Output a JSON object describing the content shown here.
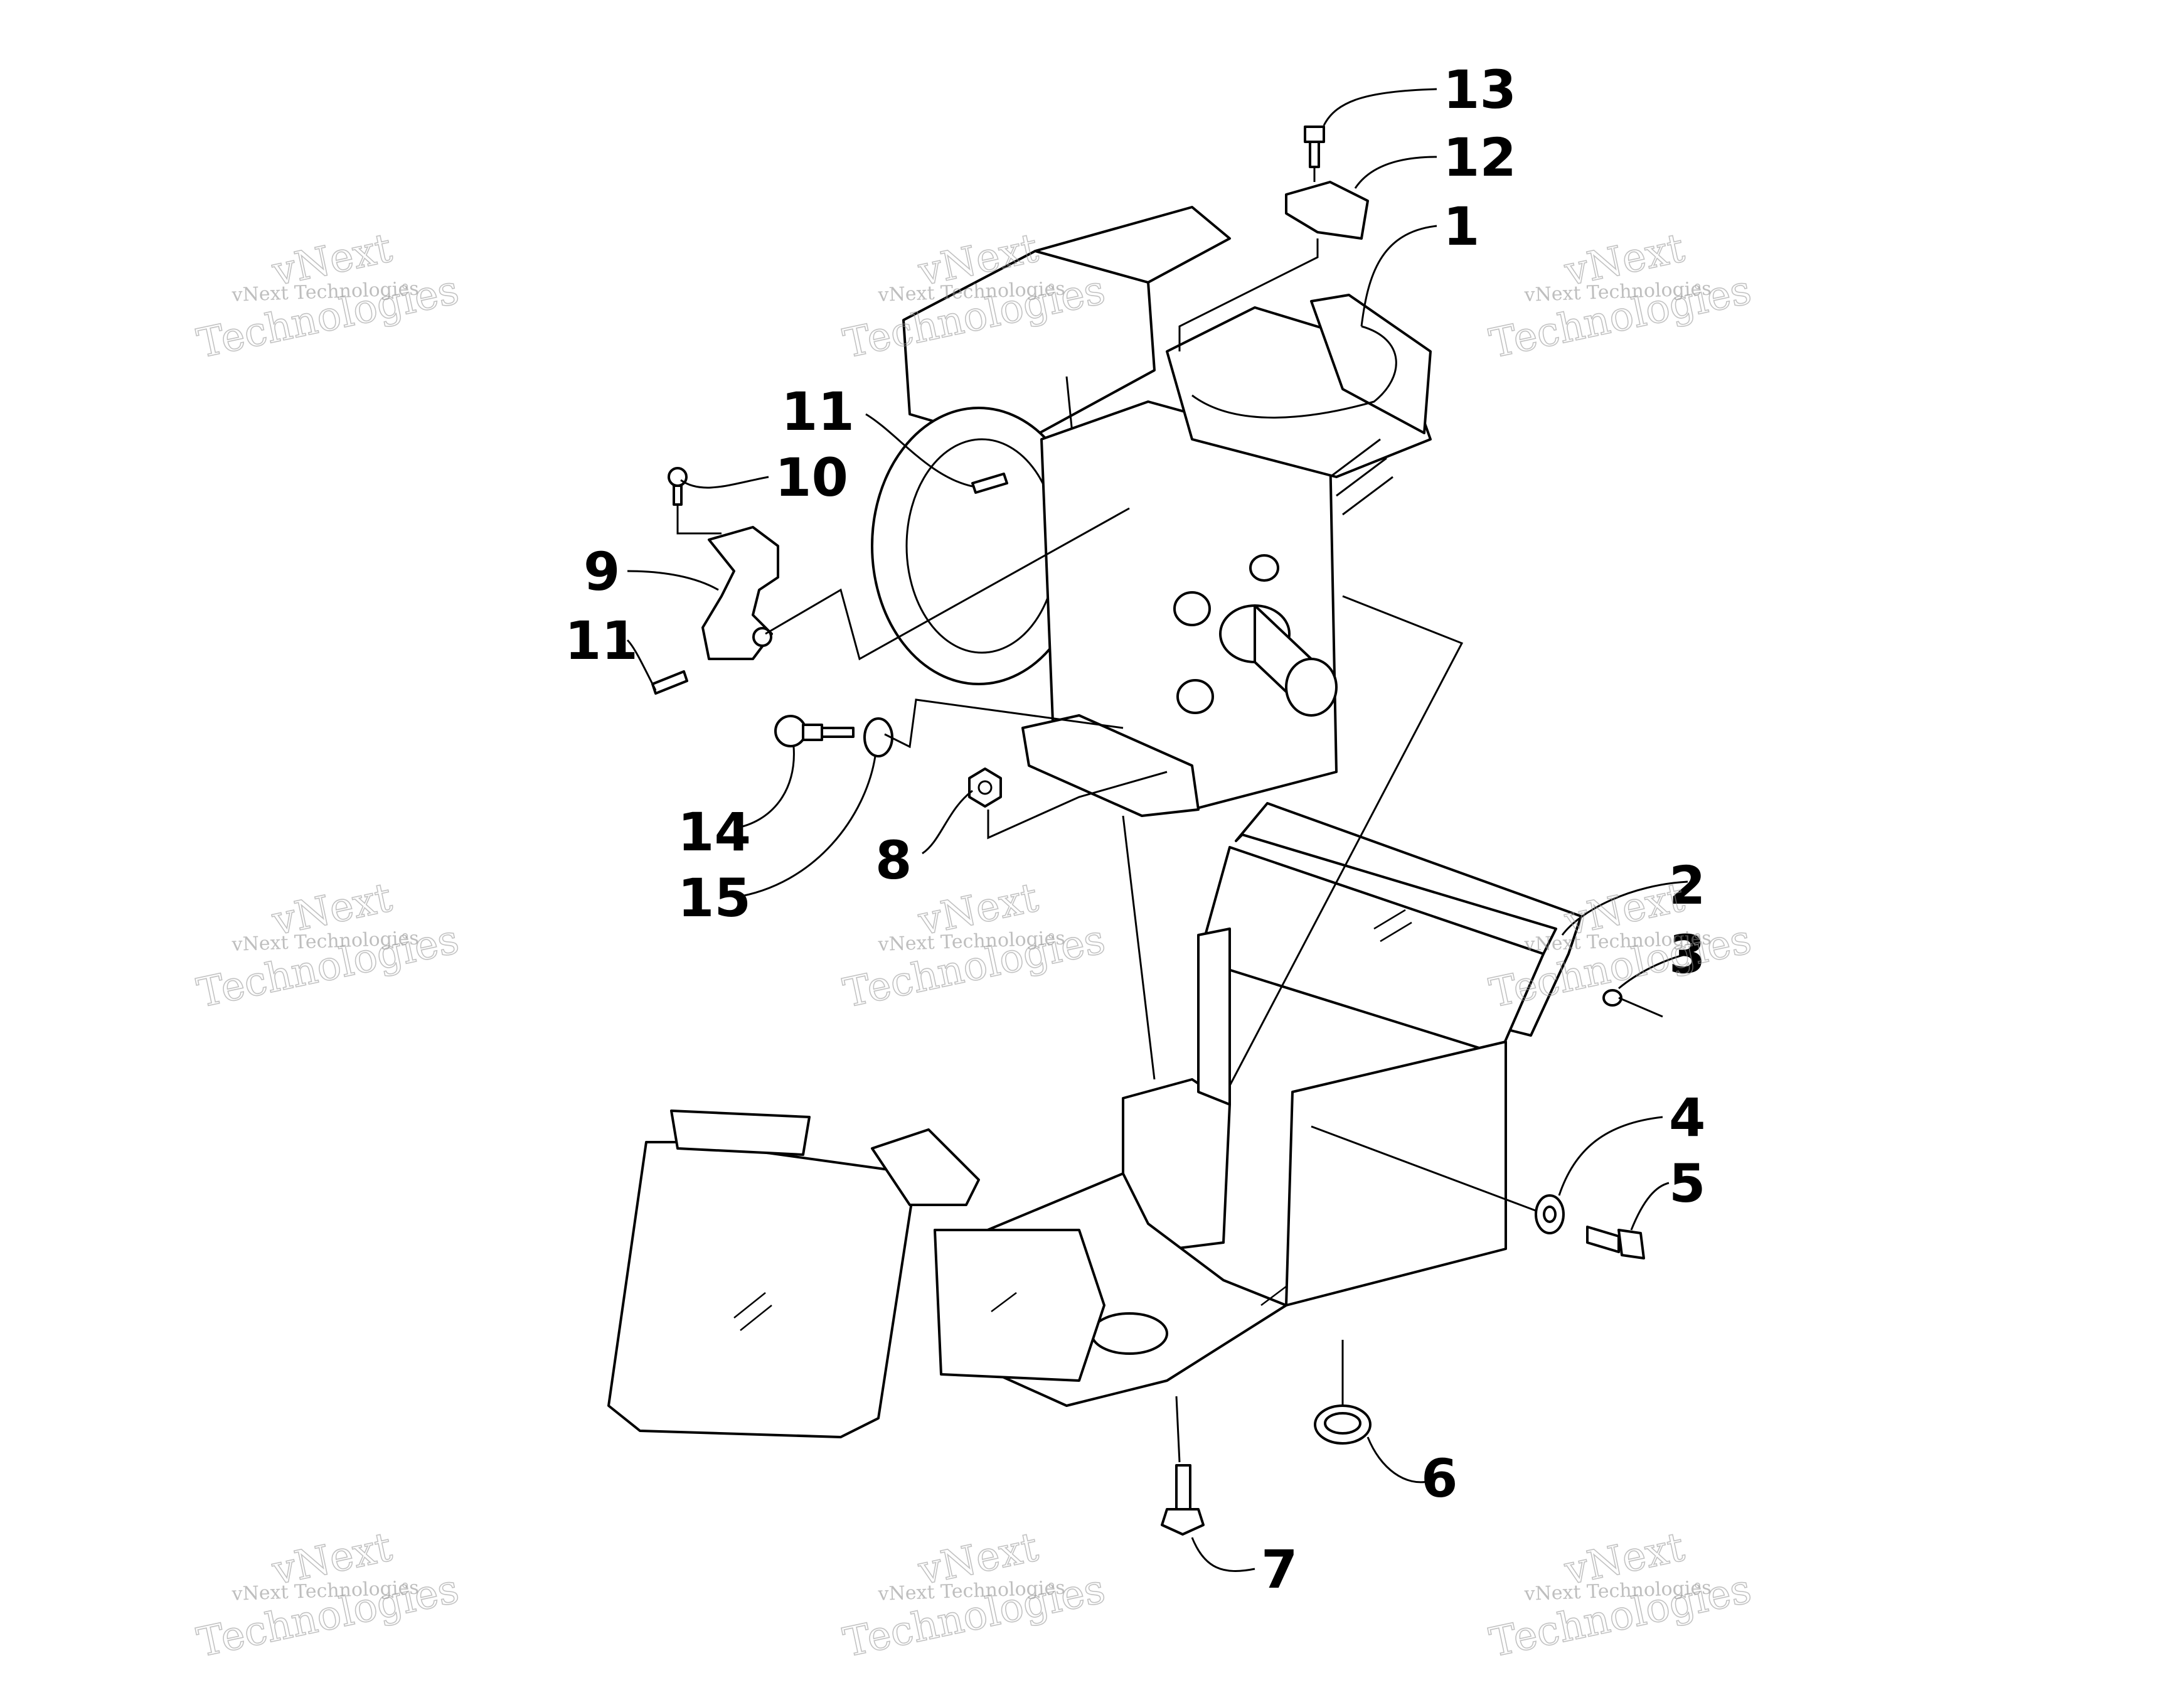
{
  "diagram": {
    "type": "exploded-parts-diagram",
    "callouts": [
      {
        "id": "1",
        "label": "1"
      },
      {
        "id": "2",
        "label": "2"
      },
      {
        "id": "3",
        "label": "3"
      },
      {
        "id": "4",
        "label": "4"
      },
      {
        "id": "5",
        "label": "5"
      },
      {
        "id": "6",
        "label": "6"
      },
      {
        "id": "7",
        "label": "7"
      },
      {
        "id": "8",
        "label": "8"
      },
      {
        "id": "9",
        "label": "9"
      },
      {
        "id": "10",
        "label": "10"
      },
      {
        "id": "11a",
        "label": "11"
      },
      {
        "id": "11b",
        "label": "11"
      },
      {
        "id": "12",
        "label": "12"
      },
      {
        "id": "13",
        "label": "13"
      },
      {
        "id": "14",
        "label": "14"
      },
      {
        "id": "15",
        "label": "15"
      }
    ]
  },
  "watermark": {
    "line1": "vNext Technologies",
    "line2": "vNext",
    "line3": "Technologies"
  }
}
